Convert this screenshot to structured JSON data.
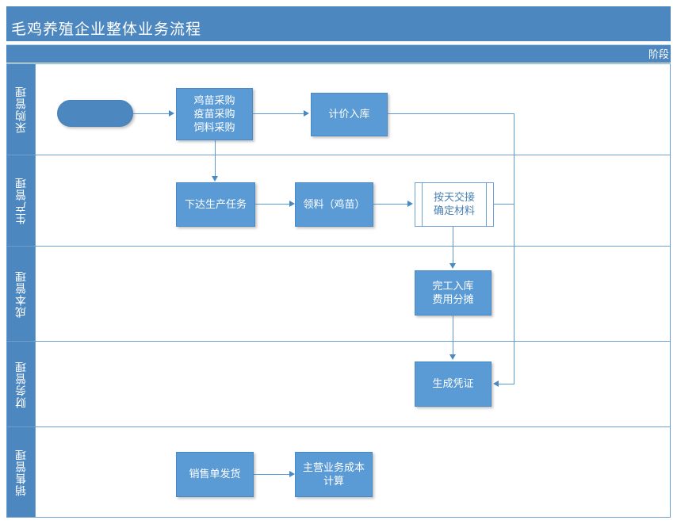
{
  "header": {
    "title": "毛鸡养殖企业整体业务流程",
    "phase_label": "阶段"
  },
  "colors": {
    "header_blue": "#4d87bf",
    "node_blue": "#5b9bd5",
    "line_blue": "#6d9fd0",
    "arrow_blue": "#4a8ac4",
    "white": "#ffffff"
  },
  "lanes": [
    {
      "label": "采购管理"
    },
    {
      "label": "生产管理"
    },
    {
      "label": "成本管理"
    },
    {
      "label": "财务管理"
    },
    {
      "label": "销售管理"
    }
  ],
  "nodes": {
    "start": {
      "label": "",
      "shape": "rounded-start",
      "lane": "采购管理"
    },
    "purchase": {
      "label": "鸡苗采购\n疫苗采购\n饲料采购",
      "shape": "process",
      "lane": "采购管理"
    },
    "priced_inbound": {
      "label": "计价入库",
      "shape": "process",
      "lane": "采购管理"
    },
    "issue_task": {
      "label": "下达生产任务",
      "shape": "process",
      "lane": "生产管理"
    },
    "material_issue": {
      "label": "领料（鸡苗）",
      "shape": "process",
      "lane": "生产管理"
    },
    "daily_handover": {
      "label": "按天交接\n确定材料",
      "shape": "predefined-process",
      "lane": "生产管理"
    },
    "finished_inbound": {
      "label": "完工入库\n费用分摊",
      "shape": "process",
      "lane": "成本管理"
    },
    "make_voucher": {
      "label": "生成凭证",
      "shape": "process",
      "lane": "财务管理"
    },
    "sales_shipment": {
      "label": "销售单发货",
      "shape": "process",
      "lane": "销售管理"
    },
    "cogs_calc": {
      "label": "主营业务成本\n计算",
      "shape": "process",
      "lane": "销售管理"
    }
  },
  "edges": [
    {
      "from": "start",
      "to": "purchase"
    },
    {
      "from": "purchase",
      "to": "priced_inbound"
    },
    {
      "from": "purchase",
      "to": "issue_task"
    },
    {
      "from": "priced_inbound",
      "to": "make_voucher"
    },
    {
      "from": "issue_task",
      "to": "material_issue"
    },
    {
      "from": "material_issue",
      "to": "daily_handover"
    },
    {
      "from": "daily_handover",
      "to": "finished_inbound"
    },
    {
      "from": "finished_inbound",
      "to": "make_voucher"
    },
    {
      "from": "sales_shipment",
      "to": "cogs_calc"
    }
  ]
}
